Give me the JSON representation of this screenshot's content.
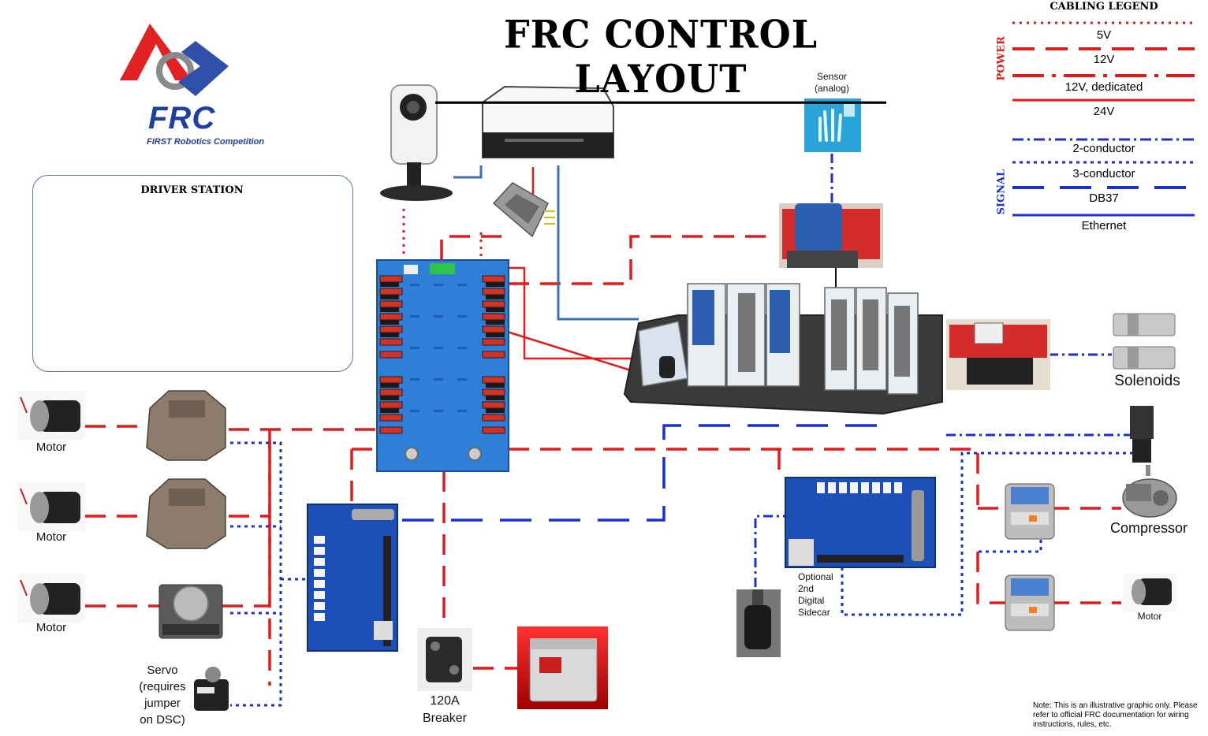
{
  "title": "FRC CONTROL LAYOUT",
  "logo": {
    "text": "FRC",
    "subtitle": "FIRST Robotics Competition"
  },
  "driver_station": {
    "title": "DRIVER STATION"
  },
  "legend": {
    "title": "CABLING LEGEND",
    "power_label": "POWER",
    "signal_label": "SIGNAL",
    "power_items": [
      "5V",
      "12V",
      "12V, dedicated",
      "24V"
    ],
    "signal_items": [
      "2-conductor",
      "3-conductor",
      "DB37",
      "Ethernet"
    ]
  },
  "labels": {
    "sensor_line1": "Sensor",
    "sensor_line2": "(analog)",
    "motor": "Motor",
    "servo_line1": "Servo",
    "servo_line2": "(requires",
    "servo_line3": "jumper",
    "servo_line4": "on DSC)",
    "breaker_line1": "120A",
    "breaker_line2": "Breaker",
    "solenoids": "Solenoids",
    "compressor": "Compressor",
    "sidecar_line1": "Optional",
    "sidecar_line2": "2nd",
    "sidecar_line3": "Digital",
    "sidecar_line4": "Sidecar"
  },
  "note": "Note: This is an illustrative graphic only. Please refer to official FRC documentation for wiring instructions, rules, etc.",
  "colors": {
    "power": "#e41b1b",
    "signal": "#1a2fd6",
    "ethernet": "#3d6fb8",
    "title_blue": "#1f3fa8"
  }
}
